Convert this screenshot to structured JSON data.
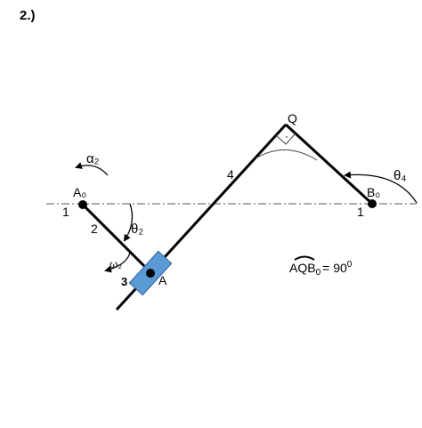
{
  "problem_number": "2.)",
  "labels": {
    "ground_left": "1",
    "ground_right": "1",
    "link_crank": "2",
    "slider_block": "3",
    "link_rocker": "4",
    "pin_a0": "A₀",
    "pin_b0": "B₀",
    "pin_a": "A",
    "pin_q": "Q",
    "angle_theta2": "θ₂",
    "angle_theta4": "θ₄",
    "alpha2": "α₂",
    "omega2": "ω₂"
  },
  "condition": {
    "arc_text": "AQB",
    "subscript": "0",
    "relation": "= 90",
    "superscript": "0"
  },
  "colors": {
    "slider_fill": "#5b9bd5",
    "slider_stroke": "#3a6ea5",
    "link": "#000000"
  }
}
